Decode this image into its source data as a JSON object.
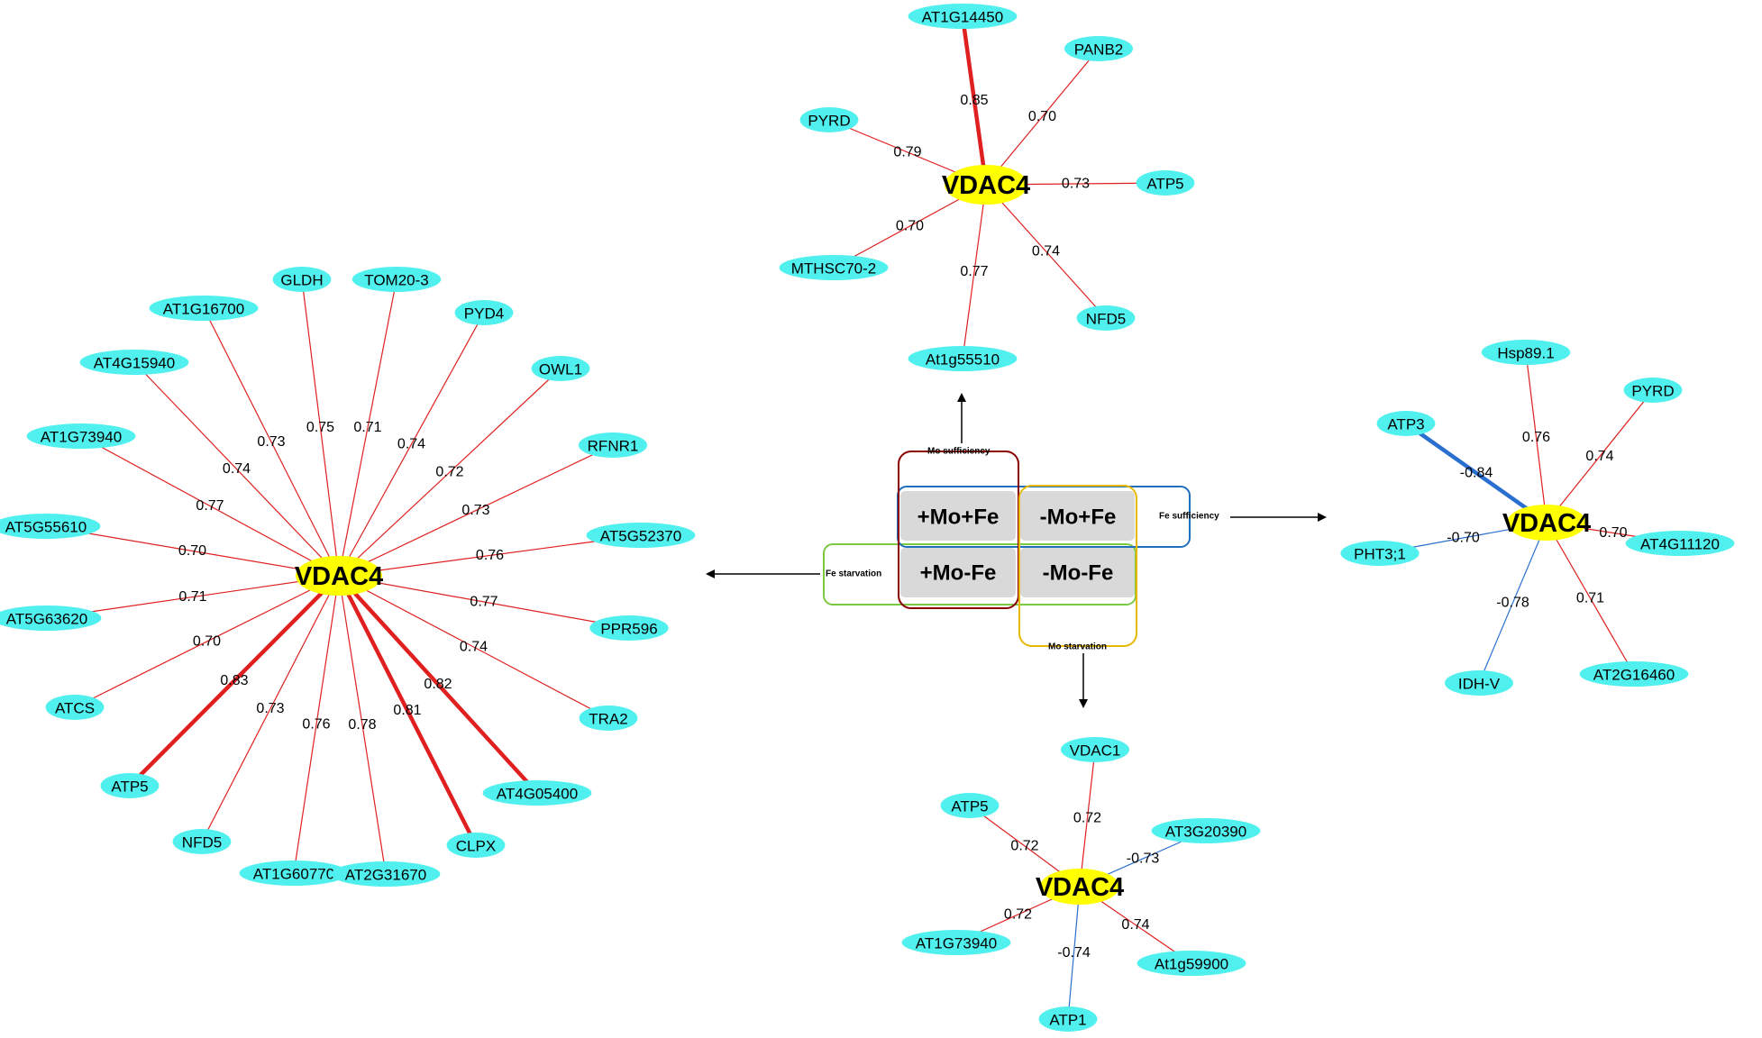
{
  "colors": {
    "hub": "#ffff00",
    "node": "#4ff0ee",
    "positive_edge": "#e02020",
    "negative_edge": "#2a6fd0",
    "mo_sufficiency_box": "#8b0000",
    "fe_sufficiency_box": "#1f6fbf",
    "fe_starvation_box": "#7ac943",
    "mo_starvation_box": "#e6b800",
    "condition_cell": "#d9d9d9"
  },
  "conditions": {
    "cells": [
      "+Mo+Fe",
      "-Mo+Fe",
      "+Mo-Fe",
      "-Mo-Fe"
    ],
    "mo_sufficiency": "Mo sufficiency",
    "fe_sufficiency": "Fe sufficiency",
    "fe_starvation": "Fe starvation",
    "mo_starvation": "Mo starvation"
  },
  "networks": [
    {
      "id": "left",
      "hub": "VDAC4",
      "edges": [
        {
          "target": "GLDH",
          "weight": "0.75"
        },
        {
          "target": "TOM20-3",
          "weight": "0.71"
        },
        {
          "target": "AT1G16700",
          "weight": "0.73"
        },
        {
          "target": "PYD4",
          "weight": "0.74"
        },
        {
          "target": "AT4G15940",
          "weight": "0.74"
        },
        {
          "target": "OWL1",
          "weight": "0.72"
        },
        {
          "target": "AT1G73940",
          "weight": "0.77"
        },
        {
          "target": "RFNR1",
          "weight": "0.73"
        },
        {
          "target": "AT5G55610",
          "weight": "0.70"
        },
        {
          "target": "AT5G52370",
          "weight": "0.76"
        },
        {
          "target": "AT5G63620",
          "weight": "0.71"
        },
        {
          "target": "PPR596",
          "weight": "0.77"
        },
        {
          "target": "ATCS",
          "weight": "0.70"
        },
        {
          "target": "TRA2",
          "weight": "0.74"
        },
        {
          "target": "ATP5",
          "weight": "0.83"
        },
        {
          "target": "AT4G05400",
          "weight": "0.82"
        },
        {
          "target": "NFD5",
          "weight": "0.73"
        },
        {
          "target": "CLPX",
          "weight": "0.81"
        },
        {
          "target": "AT1G60770",
          "weight": "0.76"
        },
        {
          "target": "AT2G31670",
          "weight": "0.78"
        }
      ]
    },
    {
      "id": "top",
      "hub": "VDAC4",
      "edges": [
        {
          "target": "AT1G14450",
          "weight": "0.85"
        },
        {
          "target": "PANB2",
          "weight": "0.70"
        },
        {
          "target": "PYRD",
          "weight": "0.79"
        },
        {
          "target": "ATP5",
          "weight": "0.73"
        },
        {
          "target": "MTHSC70-2",
          "weight": "0.70"
        },
        {
          "target": "NFD5",
          "weight": "0.74"
        },
        {
          "target": "At1g55510",
          "weight": "0.77"
        }
      ]
    },
    {
      "id": "right",
      "hub": "VDAC4",
      "edges": [
        {
          "target": "Hsp89.1",
          "weight": "0.76"
        },
        {
          "target": "PYRD",
          "weight": "0.74"
        },
        {
          "target": "ATP3",
          "weight": "-0.84"
        },
        {
          "target": "PHT3;1",
          "weight": "-0.70"
        },
        {
          "target": "AT4G11120",
          "weight": "0.70"
        },
        {
          "target": "IDH-V",
          "weight": "-0.78"
        },
        {
          "target": "AT2G16460",
          "weight": "0.71"
        }
      ]
    },
    {
      "id": "bottom",
      "hub": "VDAC4",
      "edges": [
        {
          "target": "VDAC1",
          "weight": "0.72"
        },
        {
          "target": "ATP5",
          "weight": "0.72"
        },
        {
          "target": "AT3G20390",
          "weight": "-0.73"
        },
        {
          "target": "AT1G73940",
          "weight": "0.72"
        },
        {
          "target": "At1g59900",
          "weight": "0.74"
        },
        {
          "target": "ATP1",
          "weight": "-0.74"
        }
      ]
    }
  ]
}
